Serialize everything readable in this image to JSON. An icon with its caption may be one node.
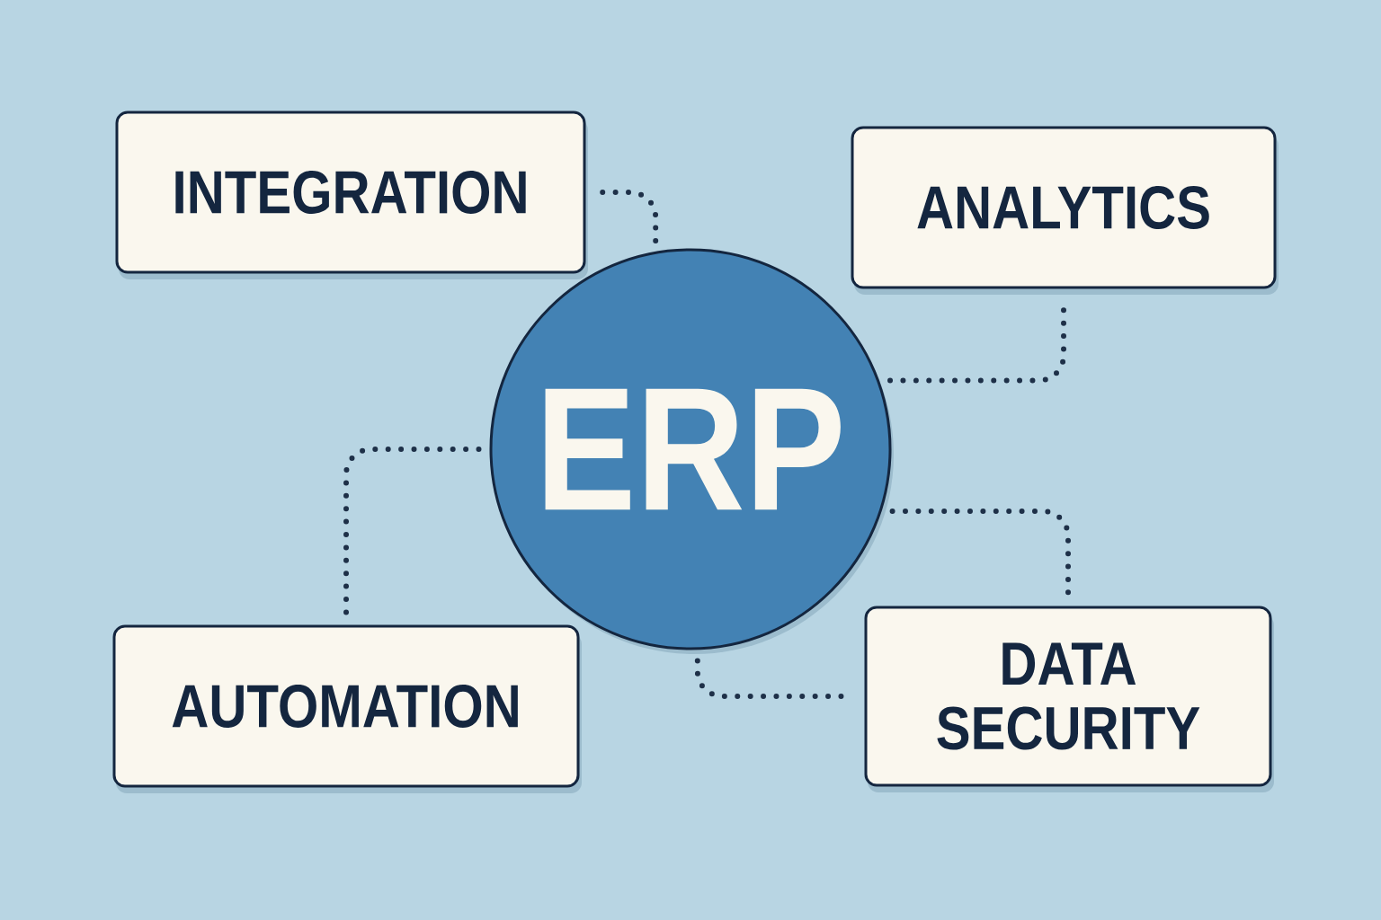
{
  "diagram": {
    "nodes": [
      {
        "text": [
          "ERP"
        ]
      },
      {
        "text": [
          "INTEGRATION"
        ]
      },
      {
        "text": [
          "ANALYTICS"
        ]
      },
      {
        "text": [
          "AUTOMATION"
        ]
      },
      {
        "text": [
          "DATA SECURITY"
        ]
      }
    ],
    "edges": [
      {
        "from": 0,
        "to": 1,
        "arrow": "none"
      },
      {
        "from": 0,
        "to": 2,
        "arrow": "none"
      },
      {
        "from": 0,
        "to": 3,
        "arrow": "none"
      },
      {
        "from": 0,
        "to": 4,
        "arrow": "none"
      },
      {
        "from": 0,
        "to": 4,
        "arrow": "none"
      }
    ]
  }
}
